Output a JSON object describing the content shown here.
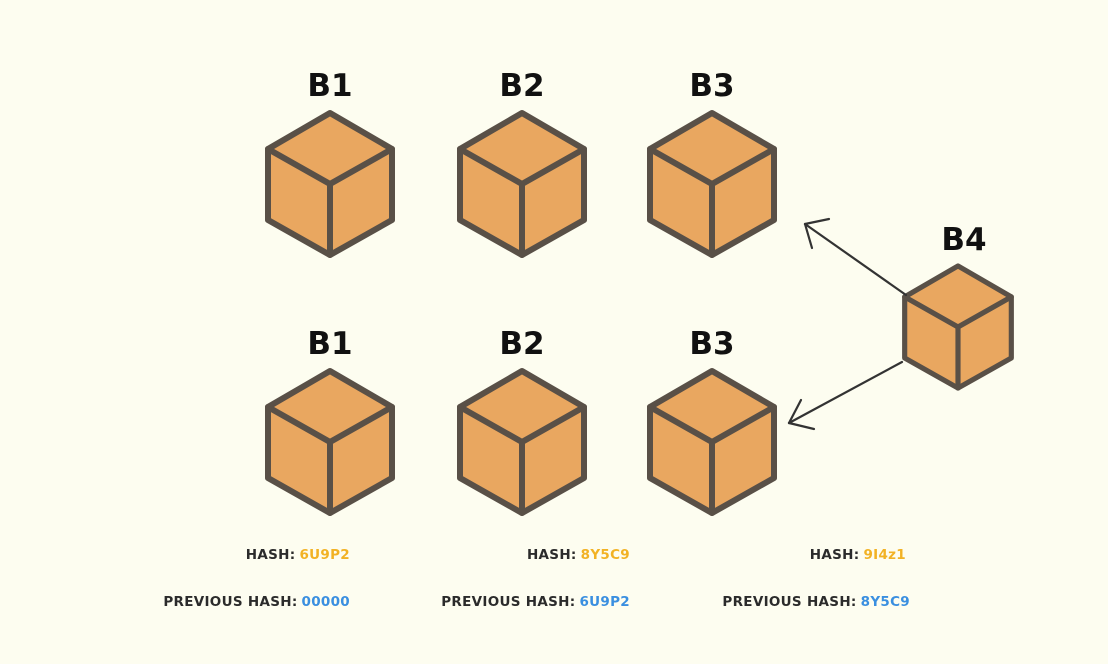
{
  "colors": {
    "background": "#FDFDF0",
    "cube_fill": "#E9A760",
    "cube_stroke": "#595047",
    "arrow": "#333333",
    "hash_value": "#F2B224",
    "previous_hash_value": "#3A8FE0",
    "label_text": "#2B2B2B"
  },
  "top_chain": {
    "blocks": [
      {
        "label": "B1"
      },
      {
        "label": "B2"
      },
      {
        "label": "B3"
      }
    ]
  },
  "bottom_chain": {
    "blocks": [
      {
        "label": "B1",
        "hash_label": "HASH:",
        "hash": "6U9P2",
        "previous_hash_label": "PREVIOUS HASH:",
        "previous_hash": "00000"
      },
      {
        "label": "B2",
        "hash_label": "HASH:",
        "hash": "8Y5C9",
        "previous_hash_label": "PREVIOUS HASH:",
        "previous_hash": "6U9P2"
      },
      {
        "label": "B3",
        "hash_label": "HASH:",
        "hash": "9I4z1",
        "previous_hash_label": "PREVIOUS HASH:",
        "previous_hash": "8Y5C9"
      }
    ]
  },
  "new_block": {
    "label": "B4"
  }
}
